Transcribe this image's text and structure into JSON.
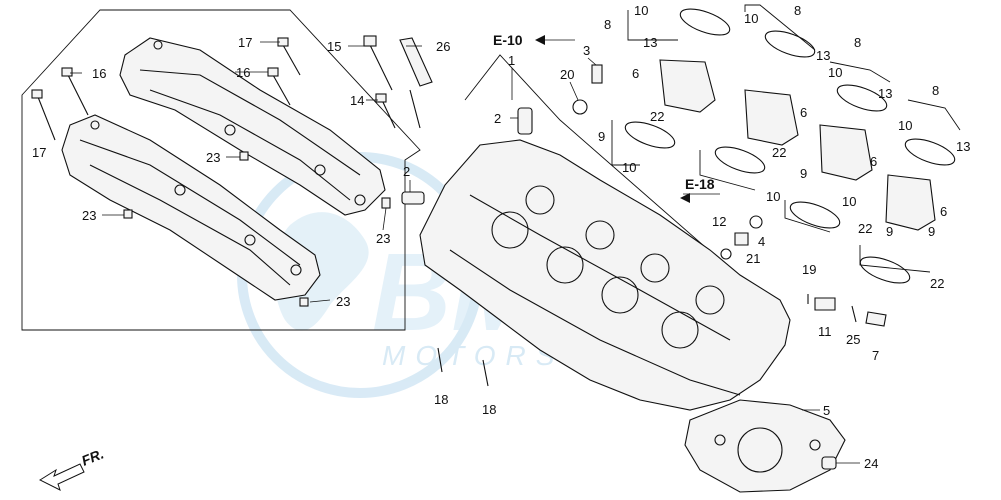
{
  "watermark": {
    "brand": "BMS",
    "subtitle": "MOTORSPORTS",
    "color": "#b9d9ee"
  },
  "reference_labels": {
    "e10": "E-10",
    "e18": "E-18",
    "front": "FR."
  },
  "callouts": [
    {
      "id": "c17a",
      "text": "17"
    },
    {
      "id": "c16a",
      "text": "16"
    },
    {
      "id": "c17b",
      "text": "17"
    },
    {
      "id": "c16b",
      "text": "16"
    },
    {
      "id": "c15",
      "text": "15"
    },
    {
      "id": "c26",
      "text": "26"
    },
    {
      "id": "c14",
      "text": "14"
    },
    {
      "id": "c23a",
      "text": "23"
    },
    {
      "id": "c23b",
      "text": "23"
    },
    {
      "id": "c23c",
      "text": "23"
    },
    {
      "id": "c23d",
      "text": "23"
    },
    {
      "id": "c2a",
      "text": "2"
    },
    {
      "id": "c2b",
      "text": "2"
    },
    {
      "id": "c1",
      "text": "1"
    },
    {
      "id": "c3",
      "text": "3"
    },
    {
      "id": "c20",
      "text": "20"
    },
    {
      "id": "c18a",
      "text": "18"
    },
    {
      "id": "c18b",
      "text": "18"
    },
    {
      "id": "c5",
      "text": "5"
    },
    {
      "id": "c24",
      "text": "24"
    },
    {
      "id": "c8a",
      "text": "8"
    },
    {
      "id": "c10a",
      "text": "10"
    },
    {
      "id": "c13a",
      "text": "13"
    },
    {
      "id": "c6a",
      "text": "6"
    },
    {
      "id": "c10b",
      "text": "10"
    },
    {
      "id": "c8b",
      "text": "8"
    },
    {
      "id": "c13b",
      "text": "13"
    },
    {
      "id": "c8c",
      "text": "8"
    },
    {
      "id": "c10c",
      "text": "10"
    },
    {
      "id": "c13c",
      "text": "13"
    },
    {
      "id": "c6b",
      "text": "6"
    },
    {
      "id": "c8d",
      "text": "8"
    },
    {
      "id": "c10d",
      "text": "10"
    },
    {
      "id": "c13d",
      "text": "13"
    },
    {
      "id": "c6c",
      "text": "6"
    },
    {
      "id": "c6d",
      "text": "6"
    },
    {
      "id": "c22a",
      "text": "22"
    },
    {
      "id": "c9a",
      "text": "9"
    },
    {
      "id": "c10e",
      "text": "10"
    },
    {
      "id": "c22b",
      "text": "22"
    },
    {
      "id": "c9b",
      "text": "9"
    },
    {
      "id": "c10f",
      "text": "10"
    },
    {
      "id": "c10g",
      "text": "10"
    },
    {
      "id": "c9c",
      "text": "9"
    },
    {
      "id": "c22c",
      "text": "22"
    },
    {
      "id": "c9d",
      "text": "9"
    },
    {
      "id": "c22d",
      "text": "22"
    },
    {
      "id": "c12",
      "text": "12"
    },
    {
      "id": "c4",
      "text": "4"
    },
    {
      "id": "c21",
      "text": "21"
    },
    {
      "id": "c19",
      "text": "19"
    },
    {
      "id": "c11",
      "text": "11"
    },
    {
      "id": "c25",
      "text": "25"
    },
    {
      "id": "c7",
      "text": "7"
    }
  ]
}
